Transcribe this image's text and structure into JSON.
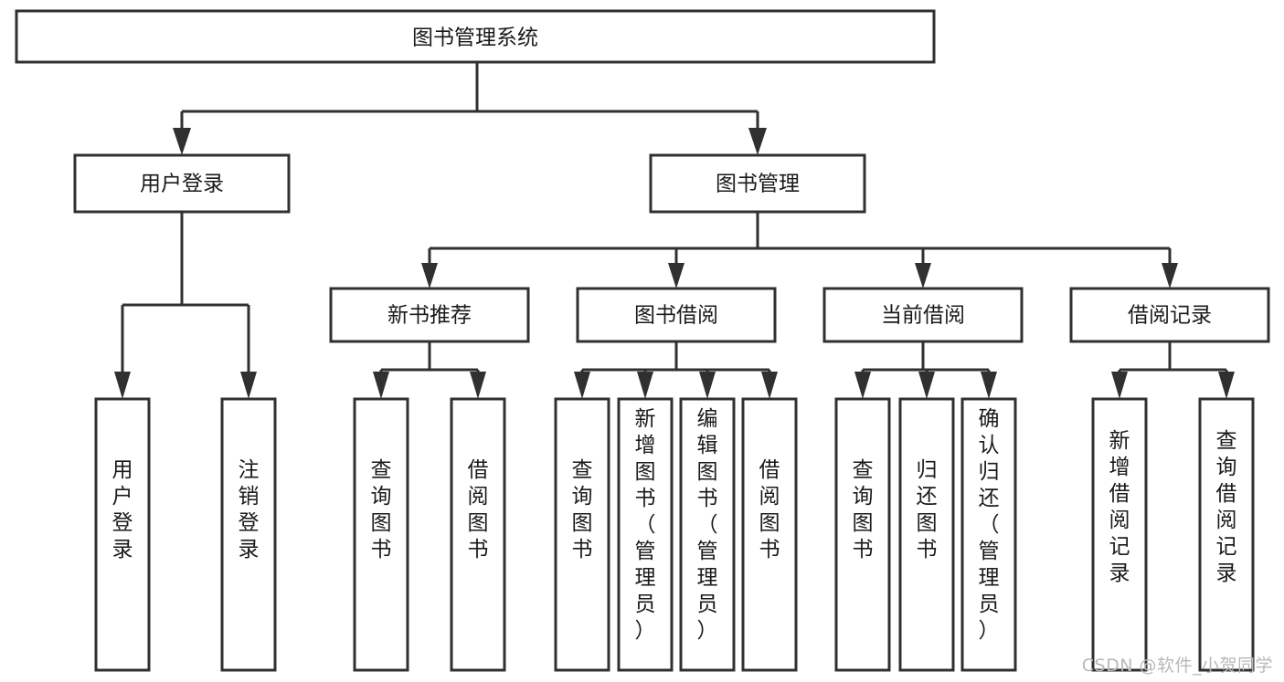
{
  "diagram": {
    "type": "tree-hierarchy",
    "title": "图书管理系统",
    "root": {
      "id": "root",
      "label": "图书管理系统",
      "orientation": "horizontal"
    },
    "level2": [
      {
        "id": "user-login",
        "label": "用户登录",
        "orientation": "horizontal"
      },
      {
        "id": "book-management",
        "label": "图书管理",
        "orientation": "horizontal"
      }
    ],
    "level3": [
      {
        "id": "new-book-recommend",
        "label": "新书推荐",
        "orientation": "horizontal",
        "parent": "book-management"
      },
      {
        "id": "book-borrow",
        "label": "图书借阅",
        "orientation": "horizontal",
        "parent": "book-management"
      },
      {
        "id": "current-borrow",
        "label": "当前借阅",
        "orientation": "horizontal",
        "parent": "book-management"
      },
      {
        "id": "borrow-record",
        "label": "借阅记录",
        "orientation": "horizontal",
        "parent": "book-management"
      }
    ],
    "leaves": {
      "user-login": [
        {
          "id": "leaf-user-login",
          "label": "用户登录",
          "orientation": "vertical"
        },
        {
          "id": "leaf-user-logout",
          "label": "注销登录",
          "orientation": "vertical"
        }
      ],
      "new-book-recommend": [
        {
          "id": "leaf-query-book-1",
          "label": "查询图书",
          "orientation": "vertical"
        },
        {
          "id": "leaf-borrow-book-1",
          "label": "借阅图书",
          "orientation": "vertical"
        }
      ],
      "book-borrow": [
        {
          "id": "leaf-query-book-2",
          "label": "查询图书",
          "orientation": "vertical"
        },
        {
          "id": "leaf-add-book",
          "label": "新增图书（管理员）",
          "orientation": "vertical"
        },
        {
          "id": "leaf-edit-book",
          "label": "编辑图书（管理员）",
          "orientation": "vertical"
        },
        {
          "id": "leaf-borrow-book-2",
          "label": "借阅图书",
          "orientation": "vertical"
        }
      ],
      "current-borrow": [
        {
          "id": "leaf-query-book-3",
          "label": "查询图书",
          "orientation": "vertical"
        },
        {
          "id": "leaf-return-book",
          "label": "归还图书",
          "orientation": "vertical"
        },
        {
          "id": "leaf-confirm-return",
          "label": "确认归还（管理员）",
          "orientation": "vertical"
        }
      ],
      "borrow-record": [
        {
          "id": "leaf-add-record",
          "label": "新增借阅记录",
          "orientation": "vertical"
        },
        {
          "id": "leaf-query-record",
          "label": "查询借阅记录",
          "orientation": "vertical"
        }
      ]
    }
  },
  "watermark": {
    "text": "CSDN @软件_小贺同学"
  },
  "colors": {
    "box_stroke": "#303030",
    "box_fill": "#ffffff",
    "text": "#1a1a1a",
    "connector": "#303030",
    "watermark": "#b9b9b9",
    "background": "#ffffff"
  }
}
